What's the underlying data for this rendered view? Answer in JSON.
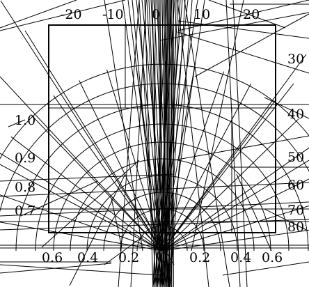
{
  "top_axis_labels": [
    "-20",
    "-10",
    "0",
    "10",
    "20"
  ],
  "bottom_axis_labels": [
    "0.6",
    "0.4",
    "0.2",
    "0",
    "0.2",
    "0.4",
    "0.6"
  ],
  "left_radial_labels": [
    "1.0",
    "0.9",
    "0.8",
    "0.7"
  ],
  "right_angle_labels": [
    "30",
    "40",
    "50",
    "60",
    "70",
    "80"
  ],
  "colors": {
    "ink": "#000000",
    "background": "#ffffff"
  }
}
